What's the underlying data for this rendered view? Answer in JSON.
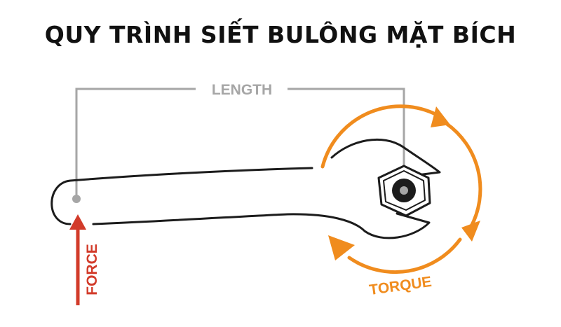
{
  "title": "QUY TRÌNH SIẾT BULÔNG MẶT BÍCH",
  "labels": {
    "length": "LENGTH",
    "force": "FORCE",
    "torque": "TORQUE"
  },
  "colors": {
    "title": "#111111",
    "wrench_outline": "#1c1c1c",
    "length_line": "#a6a6a6",
    "force": "#d23b2a",
    "torque": "#f08c1e",
    "bolt": "#1c1c1c"
  }
}
